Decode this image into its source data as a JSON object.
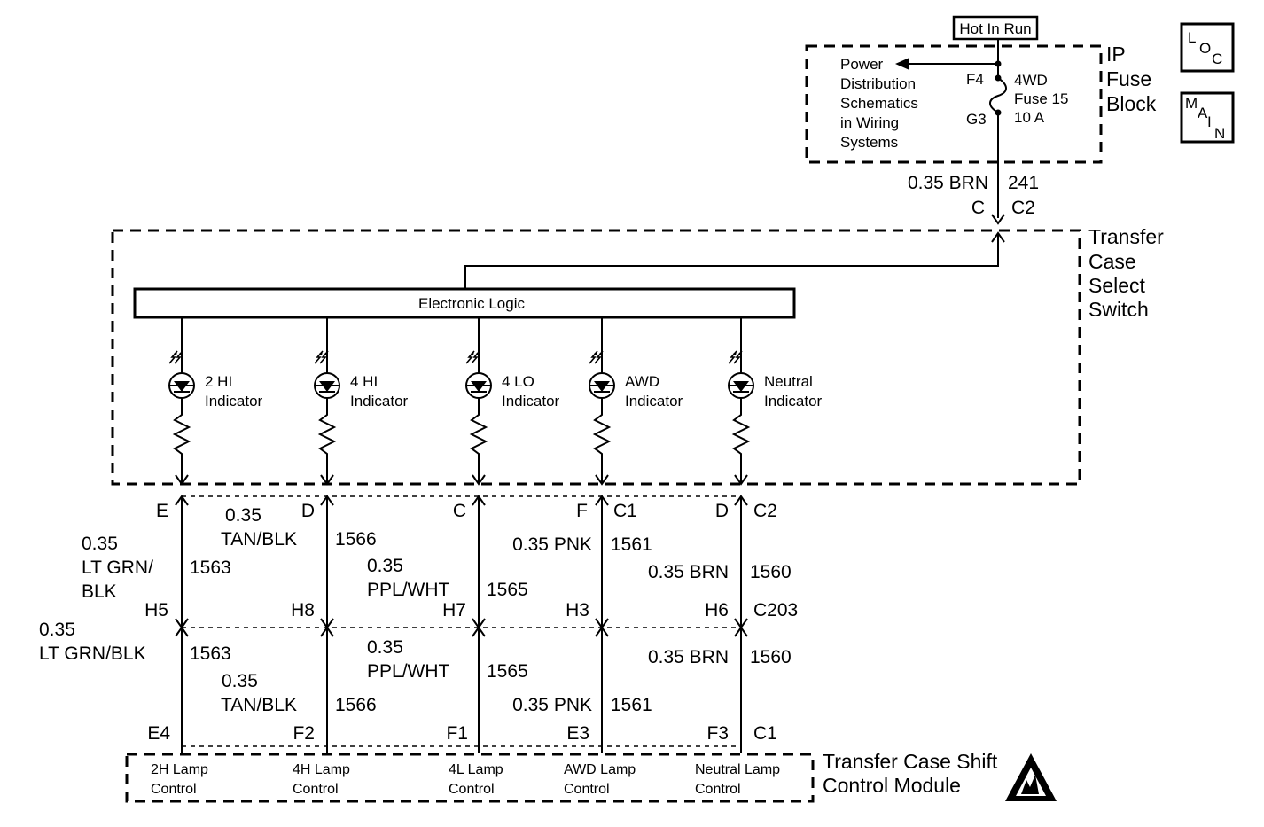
{
  "power": {
    "hot_in_run": "Hot In Run",
    "power_note": [
      "Power",
      "Distribution",
      "Schematics",
      "in Wiring",
      "Systems"
    ],
    "fuse_pin_in": "F4",
    "fuse_pin_out": "G3",
    "fuse_label": [
      "4WD",
      "Fuse 15",
      "10 A"
    ],
    "block_label": [
      "IP",
      "Fuse",
      "Block"
    ],
    "feed_wire": "0.35 BRN",
    "feed_circuit": "241",
    "feed_conn_left": "C",
    "feed_conn_right": "C2"
  },
  "icons": {
    "loc": [
      "L",
      "O",
      "C"
    ],
    "main": [
      "M",
      "A",
      "I",
      "N"
    ]
  },
  "switch": {
    "logic_label": "Electronic Logic",
    "label": [
      "Transfer",
      "Case",
      "Select",
      "Switch"
    ],
    "indicators": [
      {
        "line1": "2 HI",
        "line2": "Indicator"
      },
      {
        "line1": "4 HI",
        "line2": "Indicator"
      },
      {
        "line1": "4 LO",
        "line2": "Indicator"
      },
      {
        "line1": "AWD",
        "line2": "Indicator"
      },
      {
        "line1": "Neutral",
        "line2": "Indicator"
      }
    ]
  },
  "upper_wires": {
    "switch_pins": [
      "E",
      "D",
      "C",
      "F",
      "D"
    ],
    "conn_c1": "C1",
    "conn_c2": "C2",
    "harness_pins": [
      "H5",
      "H8",
      "H7",
      "H3",
      "H6"
    ],
    "conn_c203": "C203",
    "w1": {
      "gauge": "0.35",
      "color1": "LT GRN/",
      "color2": "BLK",
      "circuit": "1563"
    },
    "w2": {
      "gauge": "0.35",
      "color": "TAN/BLK",
      "circuit": "1566"
    },
    "w3": {
      "gauge": "0.35",
      "color": "PPL/WHT",
      "circuit": "1565"
    },
    "w4": {
      "label": "0.35 PNK",
      "circuit": "1561"
    },
    "w5": {
      "label": "0.35 BRN",
      "circuit": "1560"
    }
  },
  "lower_wires": {
    "w1": {
      "gauge": "0.35",
      "color": "LT GRN/BLK",
      "circuit": "1563"
    },
    "w2": {
      "gauge": "0.35",
      "color": "TAN/BLK",
      "circuit": "1566"
    },
    "w3": {
      "gauge": "0.35",
      "color": "PPL/WHT",
      "circuit": "1565"
    },
    "w4": {
      "label": "0.35 PNK",
      "circuit": "1561"
    },
    "w5": {
      "label": "0.35 BRN",
      "circuit": "1560"
    },
    "module_pins": [
      "E4",
      "F2",
      "F1",
      "E3",
      "F3"
    ],
    "conn_c1": "C1"
  },
  "module": {
    "controls": [
      {
        "line1": "2H Lamp",
        "line2": "Control"
      },
      {
        "line1": "4H Lamp",
        "line2": "Control"
      },
      {
        "line1": "4L Lamp",
        "line2": "Control"
      },
      {
        "line1": "AWD Lamp",
        "line2": "Control"
      },
      {
        "line1": "Neutral Lamp",
        "line2": "Control"
      }
    ],
    "label": [
      "Transfer Case Shift",
      "Control Module"
    ]
  }
}
